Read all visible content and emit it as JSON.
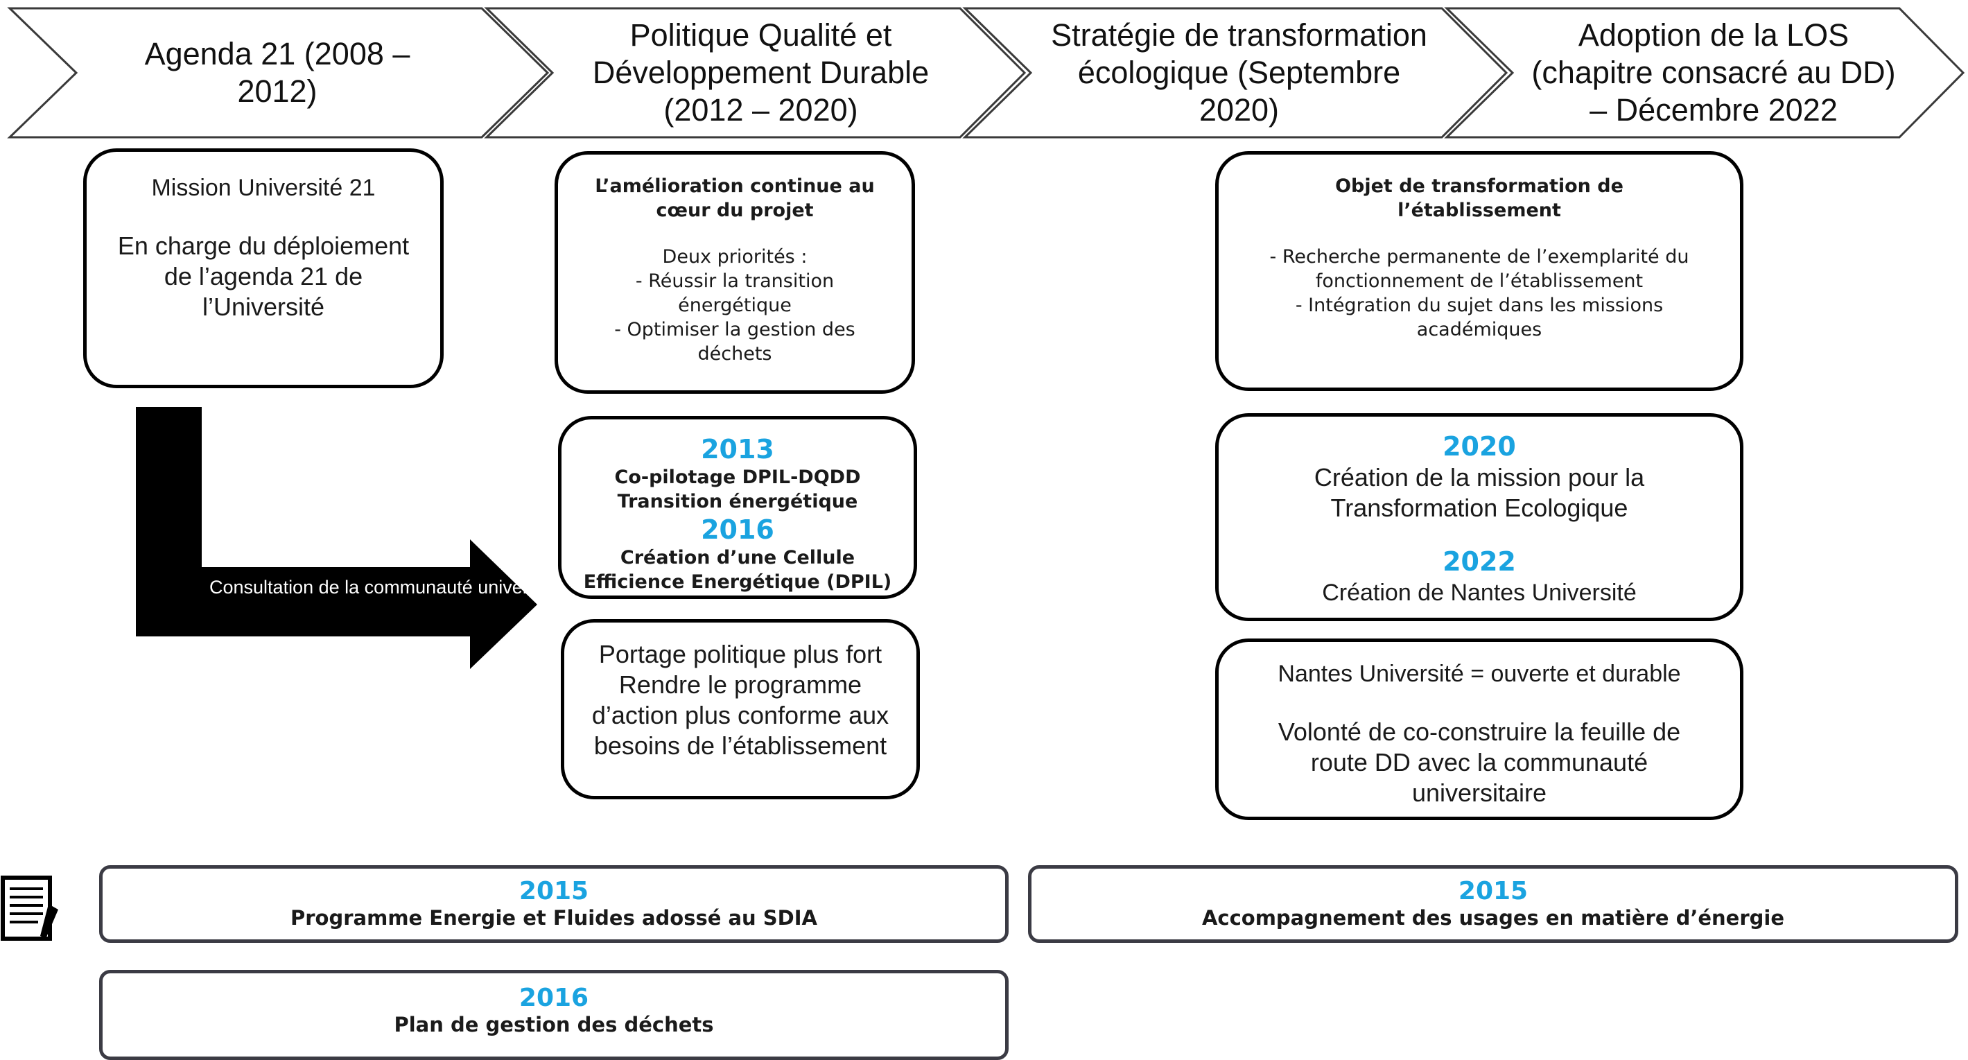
{
  "phases": [
    {
      "label": "Agenda 21 (2008 – 2012)"
    },
    {
      "label": "Politique Qualité et Développement Durable (2012 – 2020)"
    },
    {
      "label": "Stratégie de transformation écologique (Septembre 2020)"
    },
    {
      "label": "Adoption de la LOS (chapitre consacré au DD) – Décembre 2022"
    }
  ],
  "agenda": {
    "title": "Mission Université 21",
    "desc": "En charge du déploiement de l’agenda 21 de l’Université"
  },
  "arrow": {
    "label_line1": "Consultation de la",
    "label_line2": "communauté universitaire"
  },
  "politique": {
    "box1": {
      "title": "L’amélioration continue au cœur du projet",
      "priorities_label": "Deux priorités :",
      "priority1": "- Réussir la transition énergétique",
      "priority2": "- Optimiser la gestion des déchets"
    },
    "box2": {
      "year1": "2013",
      "line1": "Co-pilotage DPIL-DQDD",
      "line2": "Transition énergétique",
      "year2": "2016",
      "line3": "Création d’une Cellule Efficience Energétique (DPIL)"
    },
    "box3": {
      "text": "Portage politique plus fort Rendre le programme d’action plus conforme aux besoins de l’établissement"
    }
  },
  "strategie": {
    "box1": {
      "title": "Objet de transformation de l’établissement",
      "item1": "-   Recherche permanente de l’exemplarité du fonctionnement de l’établissement",
      "item2": "-   Intégration du sujet dans les missions académiques"
    },
    "box2": {
      "year1": "2020",
      "line1": "Création de la mission pour la Transformation Ecologique",
      "year2": "2022",
      "line2": "Création de Nantes Université"
    },
    "box3": {
      "line1": "Nantes Université = ouverte et durable",
      "line2": "Volonté de co-construire la feuille de route DD avec la communauté universitaire"
    }
  },
  "programmes": [
    {
      "year": "2015",
      "label": "Programme Energie et Fluides adossé au SDIA"
    },
    {
      "year": "2015",
      "label": "Accompagnement des usages en matière d’énergie"
    },
    {
      "year": "2016",
      "label": "Plan de gestion des déchets"
    }
  ],
  "icons": {
    "document": "document-pen-icon"
  },
  "colors": {
    "year_accent": "#1aa3e0",
    "border": "#000000",
    "arrow": "#000000"
  }
}
